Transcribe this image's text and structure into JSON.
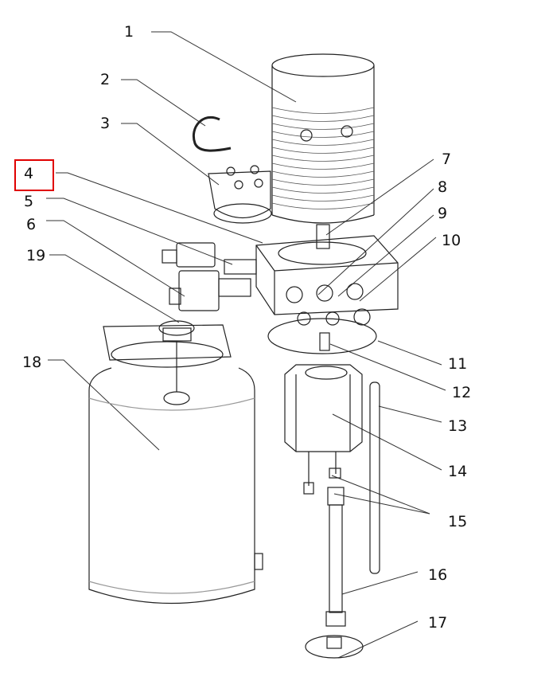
{
  "labels": [
    "1",
    "2",
    "3",
    "4",
    "5",
    "6",
    "7",
    "8",
    "9",
    "10",
    "11",
    "12",
    "13",
    "14",
    "15",
    "16",
    "17",
    "18",
    "19"
  ],
  "highlighted_label": "4",
  "highlight_color": "#e00000"
}
